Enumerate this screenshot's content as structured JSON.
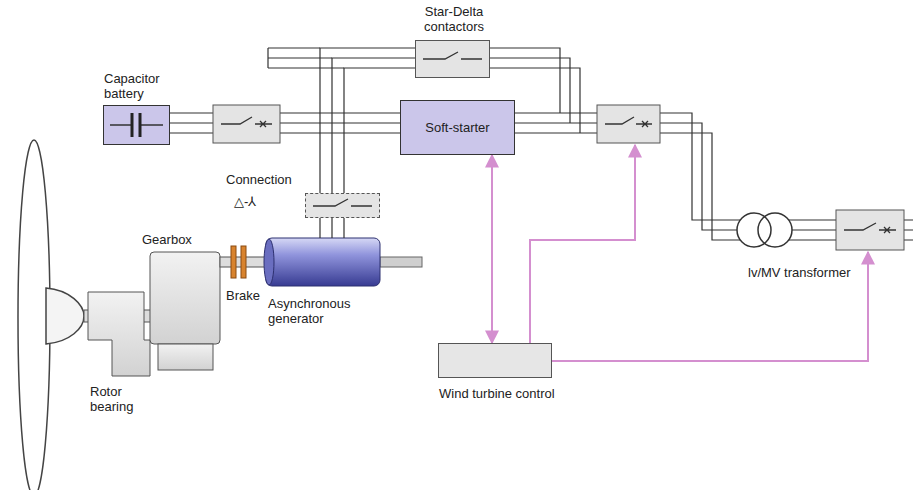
{
  "diagram": {
    "nodes": [
      {
        "text": [
          "Star-Delta contactors"
        ]
      },
      {
        "text": [
          "Capacitor battery"
        ]
      },
      {
        "text": [
          "Soft-starter"
        ]
      },
      {
        "text": [
          "Connection",
          "△-⅄"
        ]
      },
      {
        "text": [
          "Gearbox"
        ]
      },
      {
        "text": [
          "Brake"
        ]
      },
      {
        "text": [
          "Asynchronous generator"
        ]
      },
      {
        "text": [
          "Rotor bearing"
        ]
      },
      {
        "text": [
          "Wind turbine control"
        ]
      },
      {
        "text": [
          "lv/MV transformer"
        ]
      }
    ],
    "edges": [
      {
        "from": 2,
        "to": 8,
        "arrow": "both"
      }
    ]
  }
}
